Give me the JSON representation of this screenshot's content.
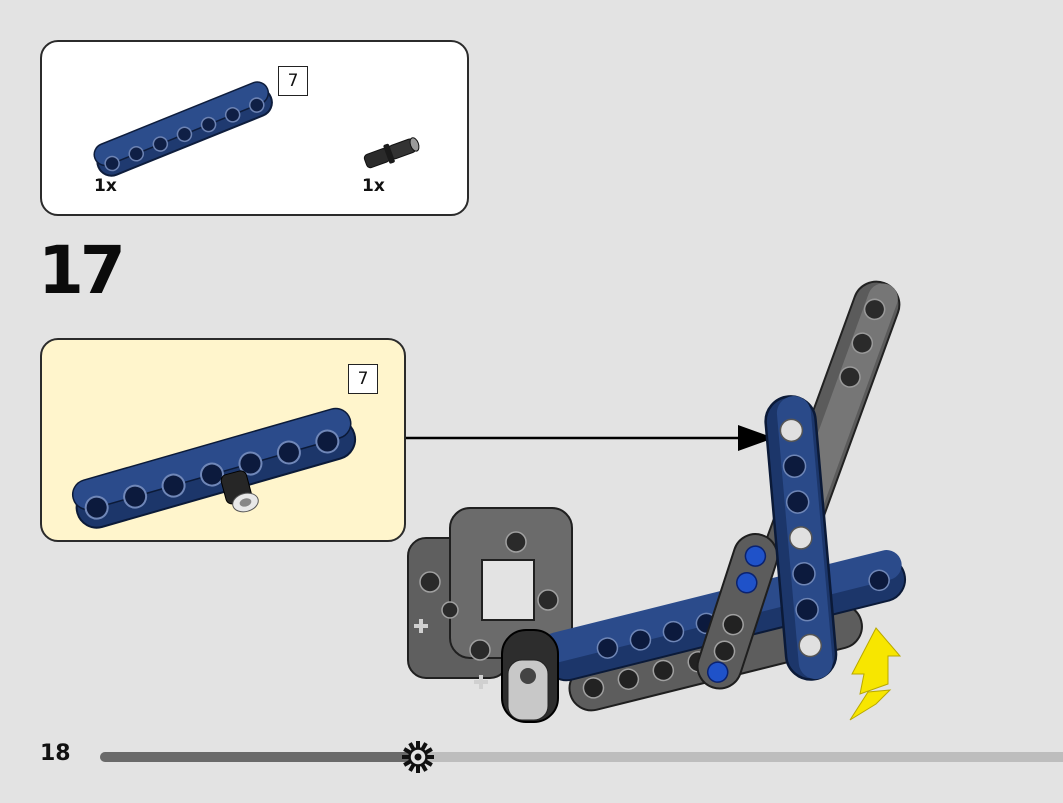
{
  "parts_list": {
    "items": [
      {
        "name": "blue-beam-7",
        "quantity": "1x",
        "length_badge": "7"
      },
      {
        "name": "black-friction-pin",
        "quantity": "1x"
      }
    ]
  },
  "step": {
    "number": "17"
  },
  "callout": {
    "length_badge": "7"
  },
  "footer": {
    "page_number": "18",
    "progress_fraction": 0.33
  },
  "colors": {
    "dark_blue": "#1f3a70",
    "dark_gray": "#5a5a5a",
    "callout_bg": "#fff5cc",
    "arrow_yellow": "#f7e600"
  },
  "icons": {
    "progress_marker": "gear-icon",
    "rotate_arrow": "rotate-arrow-icon"
  }
}
